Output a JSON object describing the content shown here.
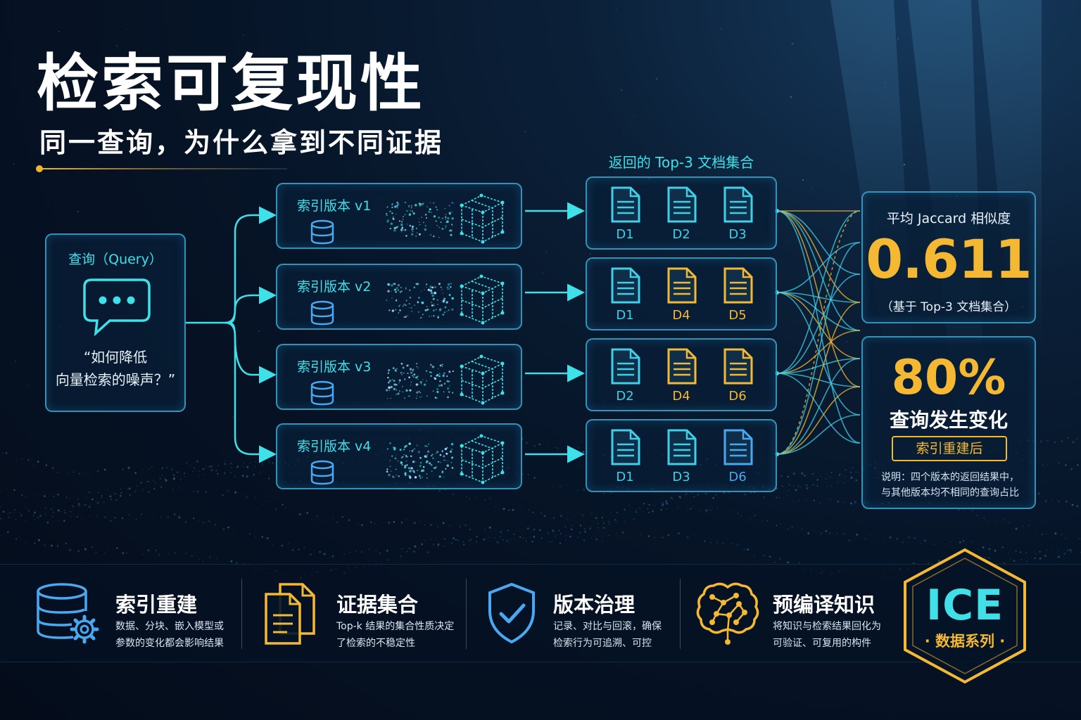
{
  "header": {
    "title": "检索可复现性",
    "subtitle": "同一查询，为什么拿到不同证据"
  },
  "query": {
    "label": "查询（Query）",
    "text": "“如何降低\n向量检索的噪声？”"
  },
  "versions": [
    {
      "label": "索引版本 v1"
    },
    {
      "label": "索引版本 v2"
    },
    {
      "label": "索引版本 v3"
    },
    {
      "label": "索引版本 v4"
    }
  ],
  "docsets": {
    "title": "返回的 Top-3 文档集合",
    "rows": [
      [
        {
          "label": "D1",
          "color": "#3fd0e8"
        },
        {
          "label": "D2",
          "color": "#3fd0e8"
        },
        {
          "label": "D3",
          "color": "#3fd0e8"
        }
      ],
      [
        {
          "label": "D1",
          "color": "#3fd0e8"
        },
        {
          "label": "D4",
          "color": "#f4b832"
        },
        {
          "label": "D5",
          "color": "#f4b832"
        }
      ],
      [
        {
          "label": "D2",
          "color": "#3fd0e8"
        },
        {
          "label": "D4",
          "color": "#f4b832"
        },
        {
          "label": "D6",
          "color": "#f4b832"
        }
      ],
      [
        {
          "label": "D1",
          "color": "#3fd0e8"
        },
        {
          "label": "D3",
          "color": "#3fd0e8"
        },
        {
          "label": "D6",
          "color": "#4aa8f0"
        }
      ]
    ]
  },
  "stats": {
    "jaccard": {
      "title": "平均 Jaccard 相似度",
      "value": "0.611",
      "note": "（基于 Top-3 文档集合）"
    },
    "change": {
      "value": "80%",
      "label": "查询发生变化",
      "badge": "索引重建后",
      "desc": "说明：四个版本的返回结果中，\n与其他版本均不相同的查询占比"
    }
  },
  "features": [
    {
      "icon": "database-gear-icon",
      "title": "索引重建",
      "desc": "数据、分块、嵌入模型或\n参数的变化都会影响结果"
    },
    {
      "icon": "documents-icon",
      "title": "证据集合",
      "desc": "Top-k 结果的集合性质决定\n了检索的不稳定性"
    },
    {
      "icon": "shield-check-icon",
      "title": "版本治理",
      "desc": "记录、对比与回滚，确保\n检索行为可追溯、可控"
    },
    {
      "icon": "brain-network-icon",
      "title": "预编译知识",
      "desc": "将知识与检索结果回化为\n可验证、可复用的构件"
    }
  ],
  "logo": {
    "text": "ICE",
    "sub": "· 数据系列 ·"
  },
  "colors": {
    "accent_cyan": "#3fe0e8",
    "accent_gold": "#f4b832",
    "background": "#061427"
  }
}
